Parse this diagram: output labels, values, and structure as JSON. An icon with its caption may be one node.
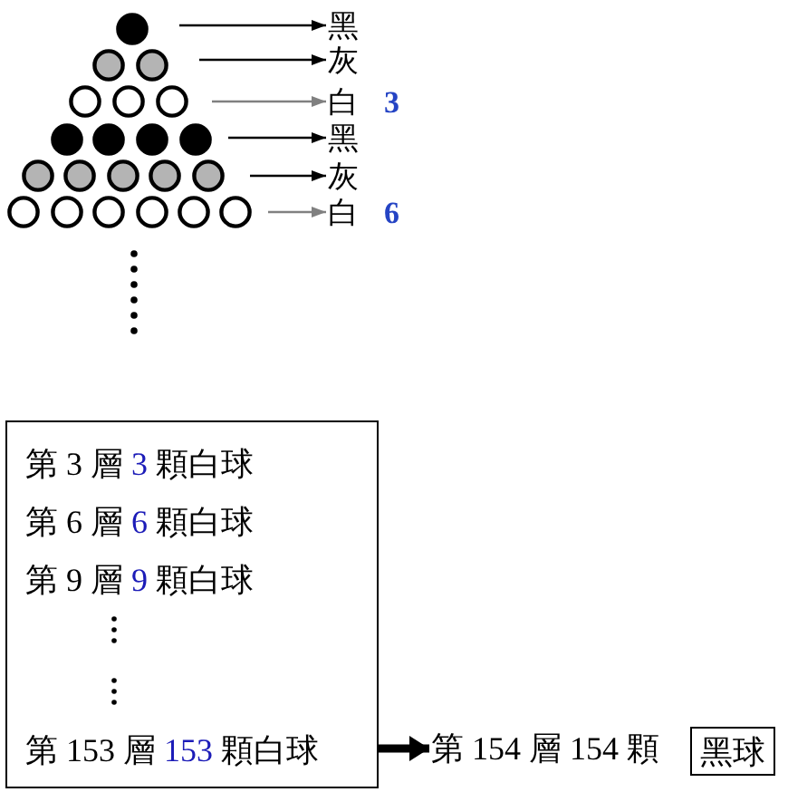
{
  "diagram": {
    "nodes": [
      {
        "text": [
          "黑"
        ]
      },
      {
        "text": [
          "灰"
        ]
      },
      {
        "text": [
          "白"
        ],
        "beside": [
          "3"
        ]
      },
      {
        "text": [
          "黑"
        ]
      },
      {
        "text": [
          "灰"
        ]
      },
      {
        "text": [
          "白"
        ],
        "beside": [
          "6"
        ]
      },
      {
        "text": [
          "第 3 層 3 顆白球",
          "第 6 層 6 顆白球",
          "第 9 層 9 顆白球",
          "第 153 層 153 顆白球"
        ]
      },
      {
        "text": [
          "第 154 層 154 顆"
        ]
      },
      {
        "text": [
          "黑球"
        ]
      }
    ],
    "edges": [
      {
        "from": null,
        "to": 0,
        "arrow": "to"
      },
      {
        "from": null,
        "to": 1,
        "arrow": "to"
      },
      {
        "from": null,
        "to": 2,
        "arrow": "to",
        "color": "#808080"
      },
      {
        "from": null,
        "to": 3,
        "arrow": "to"
      },
      {
        "from": null,
        "to": 4,
        "arrow": "to"
      },
      {
        "from": null,
        "to": 5,
        "arrow": "to",
        "color": "#808080"
      },
      {
        "from": 6,
        "to": 7,
        "arrow": "to",
        "style": "thick"
      }
    ]
  }
}
